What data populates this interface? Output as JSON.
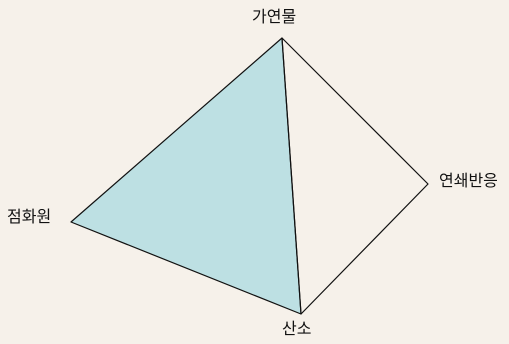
{
  "diagram": {
    "vertices": {
      "top": "가연물",
      "right": "연쇄반응",
      "left": "점화원",
      "bottom": "산소"
    },
    "colors": {
      "background": "#f6f1ea",
      "front_face": "#bde0e3",
      "edge": "#111111"
    }
  }
}
